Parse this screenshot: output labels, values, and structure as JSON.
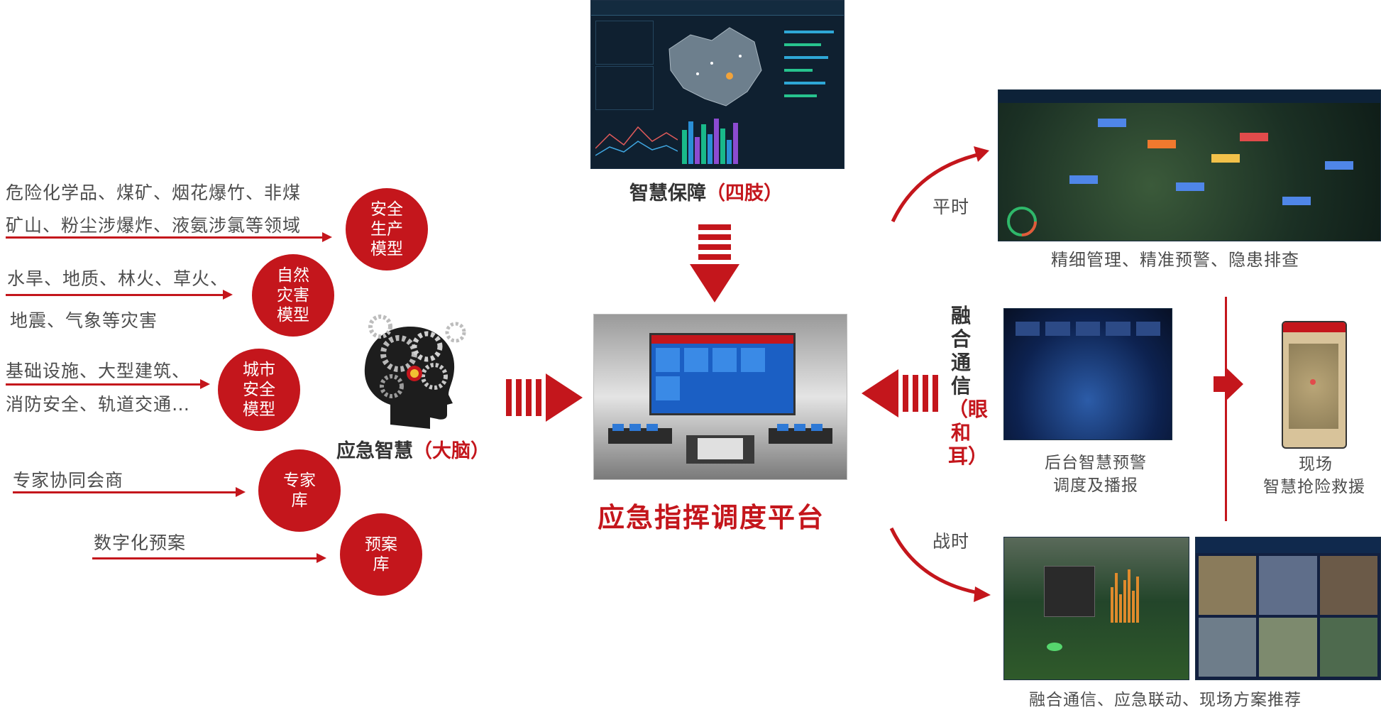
{
  "left": {
    "rows": [
      {
        "lines": [
          "危险化学品、煤矿、烟花爆竹、非煤",
          "矿山、粉尘涉爆炸、液氨涉氯等领域"
        ],
        "circle": "安全\n生产\n模型"
      },
      {
        "lines": [
          "水旱、地质、林火、草火、",
          "地震、气象等灾害"
        ],
        "circle": "自然\n灾害\n模型"
      },
      {
        "lines": [
          "基础设施、大型建筑、",
          "消防安全、轨道交通…"
        ],
        "circle": "城市\n安全\n模型"
      },
      {
        "lines": [
          "专家协同会商"
        ],
        "circle": "专家\n库"
      },
      {
        "lines": [
          "数字化预案"
        ],
        "circle": "预案\n库"
      }
    ],
    "brain_caption": "应急智慧",
    "brain_caption_red": "（大脑）"
  },
  "top": {
    "caption": "智慧保障",
    "caption_red": "（四肢）"
  },
  "center": {
    "title": "应急指挥调度平台"
  },
  "right": {
    "peace_label": "平时",
    "war_label": "战时",
    "fusion_label": "融合通信",
    "fusion_label_red": "（眼和耳）",
    "top_caption": "精细管理、精准预警、隐患排查",
    "mid_caption_1": "后台智慧预警",
    "mid_caption_2": "调度及播报",
    "phone_caption_1": "现场",
    "phone_caption_2": "智慧抢险救援",
    "bottom_caption": "融合通信、应急联动、现场方案推荐"
  },
  "colors": {
    "accent": "#c4161c",
    "text": "#4d4d4d"
  }
}
